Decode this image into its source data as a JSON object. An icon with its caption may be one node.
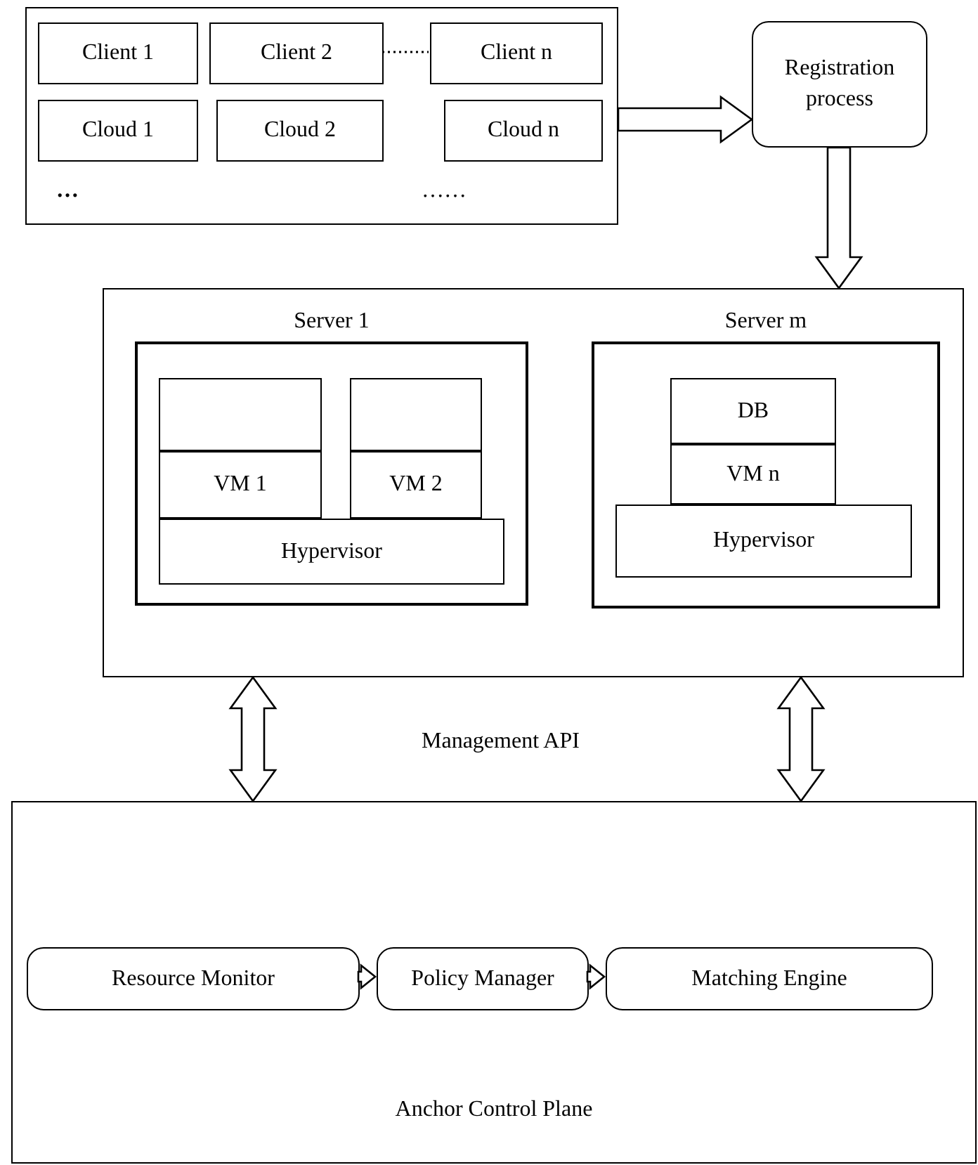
{
  "diagram": {
    "nodes": [
      {
        "text": [],
        "shape": "box"
      },
      {
        "text": [
          "Client 1"
        ],
        "in": 0
      },
      {
        "text": [
          "Client 2"
        ],
        "in": 0
      },
      {
        "text": [
          "Client n"
        ],
        "in": 0
      },
      {
        "text": [
          "Cloud 1"
        ],
        "in": 0
      },
      {
        "text": [
          "Cloud 2"
        ],
        "in": 0
      },
      {
        "text": [
          "Cloud n"
        ],
        "in": 0
      },
      {
        "text": [
          "Registration process"
        ]
      },
      {
        "text": [],
        "shape": "box"
      },
      {
        "text": [
          "Server 1"
        ],
        "in": 8
      },
      {
        "text": [],
        "shape": "box",
        "in": 9
      },
      {
        "text": [],
        "shape": "box",
        "in": 9
      },
      {
        "text": [
          "VM 1"
        ],
        "in": 9
      },
      {
        "text": [
          "VM 2"
        ],
        "in": 9
      },
      {
        "text": [
          "Hypervisor"
        ],
        "in": 9
      },
      {
        "text": [
          "Server m"
        ],
        "in": 8
      },
      {
        "text": [
          "DB"
        ],
        "in": 15
      },
      {
        "text": [
          "VM n"
        ],
        "in": 15
      },
      {
        "text": [
          "Hypervisor"
        ],
        "in": 15
      },
      {
        "text": [
          "Anchor Control Plane"
        ]
      },
      {
        "text": [
          "Resource Monitor"
        ],
        "in": 19
      },
      {
        "text": [
          "Policy Manager"
        ],
        "in": 19
      },
      {
        "text": [
          "Matching Engine"
        ],
        "in": 19
      }
    ],
    "edges": [
      {
        "from": 0,
        "to": 7,
        "arrow": "to"
      },
      {
        "from": 7,
        "to": 8,
        "arrow": "to"
      },
      {
        "from": 8,
        "to": 19,
        "arrow": "both"
      },
      {
        "from": 8,
        "to": 19,
        "arrow": "both"
      },
      {
        "from": 20,
        "to": 21,
        "arrow": "to"
      },
      {
        "from": 21,
        "to": 22,
        "arrow": "to"
      },
      {
        "from": 2,
        "to": 3,
        "arrow": "none",
        "style": "dashed"
      }
    ],
    "labels": [
      "…",
      "……",
      "Management API"
    ]
  }
}
